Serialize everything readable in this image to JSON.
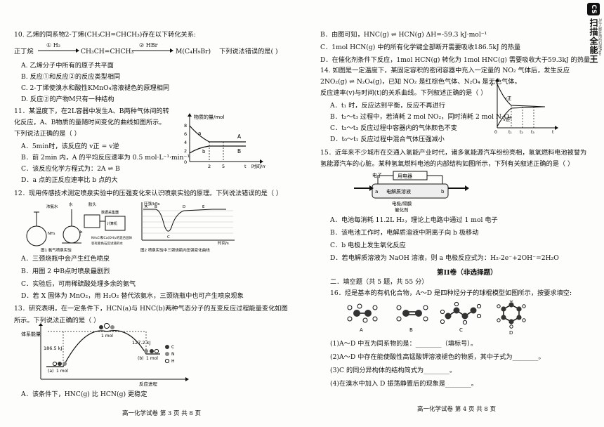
{
  "brand": {
    "mark": "CS",
    "name": "扫描全能王",
    "tagline": "3亿人都在用的扫描App"
  },
  "left": {
    "q10": {
      "stem": "10. 乙烯的同系物2-丁烯(CH₃CH=CHCH₃)存在以下转化关系:",
      "reaction_start": "正丁烷",
      "step1": "① H₂",
      "mid": "CH₃CH=CHCH₃",
      "step2": "② HBr",
      "product": "M(C₄H₉Br)",
      "ask": "下列说法错误的是(      )",
      "options": [
        "A. 乙烯分子中所有的原子共平面",
        "B. 反应①和反应②的反应类型相同",
        "C. 2-丁烯使溴水和酸性KMnO₄溶液褪色的原理相同",
        "D. 反应②的产物M只有一种结构"
      ]
    },
    "q11": {
      "lines": [
        "11．某温度下，在2L容器中发生A、B两种气体间的转",
        "化反应，A、B物质的量随时间变化的曲线如图所示。",
        "下列说法正确的是（   ）"
      ],
      "options": [
        "A．5min时，该反应的 v正 = v逆",
        "B．前 2min 内，A 的平均反应速率为 0.5 mol·L⁻¹·min⁻¹",
        "C．该反应化学方程式为：2A ⇌ B",
        "D．a 点的正反应速率比 b 点的大"
      ],
      "graph": {
        "ylabel": "物质的量/mol",
        "xlabel": "时间/min",
        "yticks": [
          "8",
          "6",
          "4",
          "2",
          "0"
        ],
        "xticks": [
          "2",
          "5",
          "t"
        ],
        "labels": [
          "a",
          "b",
          "A",
          "B"
        ]
      }
    },
    "q12": {
      "stem": "12．现用传感技术测定喷泉实验中的压强变化来认识喷泉实验的原理。下列说法错误的是（   ）",
      "fig1": {
        "caption": "图1 氨气喷泉实验",
        "labels": [
          "浓氨水",
          "水",
          "胶头",
          "NH₃",
          "b",
          "数据采集器",
          "计算机",
          "NH₄Cl和Ca(OH)₂的混合固体",
          "装有紫色石蕊试液的水"
        ]
      },
      "fig2": {
        "caption": "图2 喷泉实验中三颈烧瓶内压强变化曲线",
        "ylabel": "压强/kPa",
        "xlabel": "时间/s",
        "points": [
          "A",
          "B",
          "C",
          "D",
          "E"
        ]
      },
      "options": [
        "A．三颈烧瓶中会产生红色喷泉",
        "B．用图 2 中B点时喷泉最剧烈",
        "C．实验后，可用稀硫酸处理多余的氨气",
        "D．若 X 固体为 MnO₂，用 H₂O₂ 替代浓氨水，三颈烧瓶中也可产生喷泉现象"
      ]
    },
    "q13": {
      "lines": [
        "13．研究表明，在一定条件下，HCN(a)与 HNC(b)两种气态分子的互变反应过程能量变化如图",
        "所示。下列说法正确的是（   ）"
      ],
      "graph": {
        "ylabel": "体系能量",
        "xlabel": "反应进程",
        "e1": "186.5 kJ",
        "e2": "127.2 kJ",
        "mol1": "1 mol",
        "mol2": "1 mol",
        "mol3": "1 mol",
        "a": "(a)",
        "b": "(b)",
        "legend": [
          "C",
          "N",
          "H"
        ]
      },
      "options": [
        "A．该条件下，HNC(g) 比 HCN(g) 更稳定"
      ]
    },
    "footer": "高一化学试卷   第 3 页 共 8 页"
  },
  "right": {
    "q13cont": [
      "B．由图可知，HNC(g) ⇌ HCN(g)  ΔH=-59.3 kJ·mol⁻¹",
      "C．1mol HCN(g) 中的所有化学键全部断开需要吸收186.5kJ 的热量",
      "D．在催化剂条件下反应，1mol HCN(g) 转化为 1mol HNC(g) 需要吸收大于59.3kJ 的热量"
    ],
    "q14": {
      "lines": [
        "14. 如图是一定温度下，某固定容积的密闭容器中充入一定量的 NO₂ 气体后，发生反应",
        "2NO₂(g) ⇌ N₂O₄(g)，已知 NO₂ 是红棕色气体、N₂O₄ 是无色气体。",
        "反应速率(v)与时间(t)的关系曲线。下列叙述正确的是（   ）"
      ],
      "options": [
        "A．t₁ 时，反应达到平衡，反应不再进行",
        "B．t₂～t₃ 过程中，若消耗 2 mol NO₂，同时消耗 2 mol N₂O₄",
        "C．t₂～t₃ 反应过程中容器内的气体颜色不变",
        "D．t₀～t₁ 反应过程中混合气体压强减小"
      ],
      "graph": {
        "labels": [
          "v正",
          "v逆",
          "v"
        ],
        "xticks": [
          "0",
          "t₁",
          "t₂",
          "t₃",
          "t"
        ]
      }
    },
    "q15": {
      "lines": [
        "15．近年来不少城市在交通入氢能产业时代，诸多氢能源汽车纷纷亮相，氢氧燃料电池被誉为",
        "氢能源汽车的心脏。某种氢氧燃料电池的内部结构如图所示，下列有关叙述正确的是（   ）"
      ],
      "fig": {
        "electron": "电子",
        "device": "用电器",
        "a": "a",
        "b": "b",
        "electrolyte": "电解质溶液",
        "bottom": [
          "电极/隔膜",
          "催化剂"
        ]
      },
      "options": [
        "A．电池每消耗 11.2L H₂，理论上电路中通过 1 mol 电子",
        "B．该电池工作时，电解质溶液中阴离子向 b 极移动",
        "C．b 电极上发生氧化反应",
        "D．若电解质溶液为 NaOH 溶液，则 a 电极反应式为：H₂-2e⁻+2OH⁻=2H₂O"
      ]
    },
    "section2": "第II卷（非选择题）",
    "section_fill": "二．填空题（共 5 题，共 55 分）",
    "q16": {
      "stem": "16．烃是基本的有机化合物，A～D 是四种烃分子的球棍模型如图所示，按要求填空:",
      "models": [
        "A",
        "B",
        "C",
        "D"
      ],
      "items": [
        "(1)A～D 中互为同系物的是：________（填标号）。",
        "(2)A～D 中存在能使酸性高锰酸钾溶液褪色的物质，其中子式为________。",
        "(3)C 的同分异构体的结构简式为________。",
        "(4)在溴水中加入 D 振荡静置后的现象是________。"
      ]
    },
    "footer": "高一化学试卷   第 4 页 共 8 页"
  }
}
